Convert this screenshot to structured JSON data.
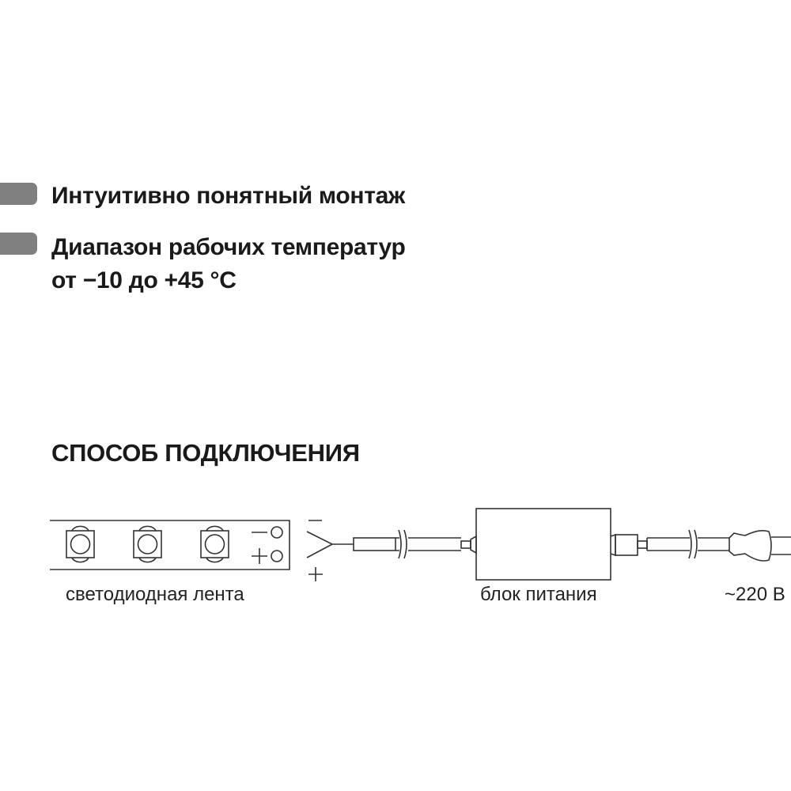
{
  "features": [
    {
      "icon": "bullet-bar",
      "lines": [
        "Интуитивно понятный монтаж"
      ]
    },
    {
      "icon": "bullet-bar",
      "lines": [
        "Диапазон рабочих температур",
        "от −10 до +45 °C"
      ]
    }
  ],
  "connection": {
    "heading": "СПОСОБ ПОДКЛЮЧЕНИЯ",
    "labels": {
      "strip": "светодиодная лента",
      "power_supply": "блок питания",
      "mains": "~220 В"
    },
    "polarity": {
      "minus": "−",
      "plus": "+"
    }
  },
  "colors": {
    "bullet": "#808080",
    "line": "#333333"
  }
}
